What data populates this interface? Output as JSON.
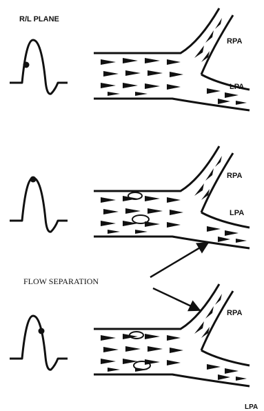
{
  "title": "R/L PLANE",
  "annotation": "FLOW SEPARATION",
  "branches": {
    "right": "RPA",
    "left": "LPA"
  },
  "panels": [
    {
      "rpa": "RPA",
      "lpa": "LPA"
    },
    {
      "rpa": "RPA",
      "lpa": "LPA"
    },
    {
      "rpa": "RPA",
      "lpa": "LPA"
    }
  ]
}
